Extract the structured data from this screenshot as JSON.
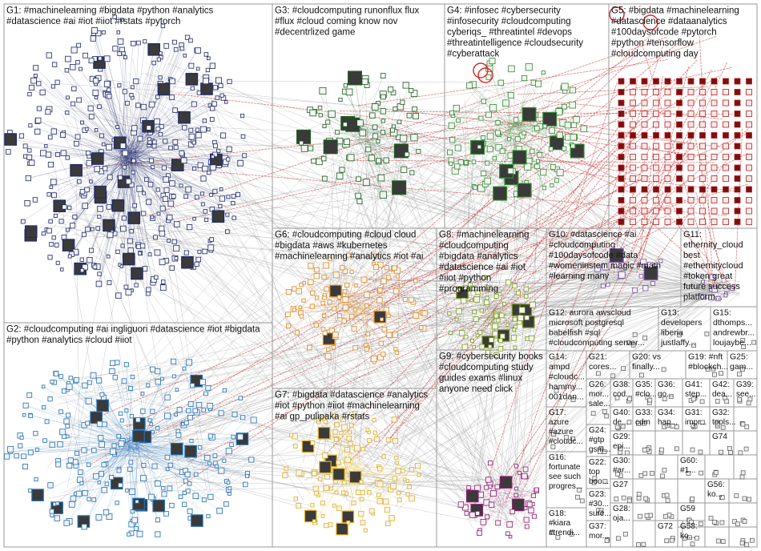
{
  "groups": [
    {
      "id": "G1",
      "lines": [
        "G1: #machinelearning #bigdata #python #analytics",
        "#datascience #ai #iot #iiot #rstats #pytorch"
      ],
      "color": "#1f2a6b"
    },
    {
      "id": "G2",
      "lines": [
        "G2: #cloudcomputing #ai ingliguori #datascience #iot #bigdata",
        "#python #analytics #cloud #iiot"
      ],
      "color": "#1f6fb5"
    },
    {
      "id": "G3",
      "lines": [
        "G3: #cloudcomputing runonflux flux",
        "#flux #cloud coming know nov",
        "#decentrlized game"
      ],
      "color": "#1b5e20"
    },
    {
      "id": "G4",
      "lines": [
        "G4: #infosec #cybersecurity",
        "#infosecurity #cloudcomputing",
        "cyberiqs_ #threatintel #devops",
        "#threatintelligence #cloudsecurity",
        "#cyberattack"
      ],
      "color": "#2e8b2e"
    },
    {
      "id": "G5",
      "lines": [
        "G5: #bigdata #machinelearning",
        "#datascience #dataanalytics",
        "#100daysofcode #pytorch",
        "#python #tensorflow",
        "#cloudcomputing day"
      ],
      "color": "#b71c1c"
    },
    {
      "id": "G6",
      "lines": [
        "G6: #cloudcomputing #cloud cloud",
        "#bigdata #aws #kubernetes",
        "#machinelearning #analytics #iot #ai"
      ],
      "color": "#e08a1e"
    },
    {
      "id": "G7",
      "lines": [
        "G7: #bigdata #datascience #analytics",
        "#iot #python #iiot #machinelearning",
        "#ai gp_pulipaka #rstats"
      ],
      "color": "#e0b020"
    },
    {
      "id": "G8",
      "lines": [
        "G8: #machinelearning",
        "#cloudcomputing",
        "#bigdata #analytics",
        "#datascience #ai #iot",
        "#iiot #python",
        "#programming"
      ],
      "color": "#7a9a1a"
    },
    {
      "id": "G9",
      "lines": [
        "G9: #cybersecurity books",
        "#cloudcomputing study",
        "guides exams #linux",
        "anyone need click"
      ],
      "color": "#8e1a6e"
    },
    {
      "id": "G10",
      "lines": [
        "G10: #datascience #ai",
        "#cloudcomputing",
        "#100daysofcode #data",
        "#womeninstem magic #math",
        "#learning many"
      ],
      "color": "#7b4fa0"
    },
    {
      "id": "G11",
      "lines": [
        "G11:",
        "ethernity_cloud",
        "best",
        "#ethernitycloud",
        "#token great",
        "future success",
        "platform..."
      ],
      "color": "#6a3d9a"
    },
    {
      "id": "G12",
      "lines": [
        "G12: aurora awscloud",
        "microsoft postgresql",
        "babelfish #sql",
        "#cloudcomputing server..."
      ],
      "color": "#555"
    },
    {
      "id": "G13",
      "lines": [
        "G13:",
        "developers",
        "liberia",
        "justlaffy..."
      ],
      "color": "#555"
    },
    {
      "id": "G15",
      "lines": [
        "G15:",
        "dthomps...",
        "andrewbr...",
        "loujaybe..."
      ],
      "color": "#555"
    },
    {
      "id": "G14",
      "lines": [
        "G14:",
        "ampd",
        "#cloudc...",
        "hammy...",
        "001dan..."
      ],
      "color": "#555"
    },
    {
      "id": "G21",
      "lines": [
        "G21:",
        "cores..."
      ],
      "color": "#555"
    },
    {
      "id": "G20",
      "lines": [
        "G20: vs",
        "finally..."
      ],
      "color": "#555"
    },
    {
      "id": "G19",
      "lines": [
        "G19: #nft",
        "#blockch..."
      ],
      "color": "#555"
    },
    {
      "id": "G25",
      "lines": [
        "G25:",
        "gam..."
      ],
      "color": "#555"
    },
    {
      "id": "G26",
      "lines": [
        "G26:",
        "mor...",
        "sale..."
      ],
      "color": "#555"
    },
    {
      "id": "G38",
      "lines": [
        "G38:",
        "cod..."
      ],
      "color": "#555"
    },
    {
      "id": "G35",
      "lines": [
        "G35:",
        "#clo..."
      ],
      "color": "#555"
    },
    {
      "id": "G36",
      "lines": [
        "G36:",
        "go..."
      ],
      "color": "#555"
    },
    {
      "id": "G41",
      "lines": [
        "G41:",
        "step..."
      ],
      "color": "#555"
    },
    {
      "id": "G42",
      "lines": [
        "G42:",
        "dea..."
      ],
      "color": "#555"
    },
    {
      "id": "G39",
      "lines": [
        "G39:",
        "see..."
      ],
      "color": "#555"
    },
    {
      "id": "G17",
      "lines": [
        "G17:",
        "azure",
        "#azure",
        "#cloudc..."
      ],
      "color": "#555"
    },
    {
      "id": "G40",
      "lines": [
        "G40:",
        "de..."
      ],
      "color": "#555"
    },
    {
      "id": "G33",
      "lines": [
        "G33:",
        "cdm"
      ],
      "color": "#555"
    },
    {
      "id": "G34",
      "lines": [
        "G34:",
        "hap..."
      ],
      "color": "#555"
    },
    {
      "id": "G31",
      "lines": [
        "G31:",
        "impr..."
      ],
      "color": "#555"
    },
    {
      "id": "G32",
      "lines": [
        "G32:",
        "tools..."
      ],
      "color": "#555"
    },
    {
      "id": "G24",
      "lines": [
        "G24:",
        "#gtp",
        "gsm..."
      ],
      "color": "#555"
    },
    {
      "id": "G22",
      "lines": [
        "G22:",
        "top",
        "boo..."
      ],
      "color": "#555"
    },
    {
      "id": "G29",
      "lines": [
        "G29:",
        "epi..."
      ],
      "color": "#555"
    },
    {
      "id": "G16",
      "lines": [
        "G16:",
        "fortunate",
        "see such",
        "progres..."
      ],
      "color": "#555"
    },
    {
      "id": "G30",
      "lines": [
        "G30:",
        "#ar..."
      ],
      "color": "#555"
    },
    {
      "id": "G23",
      "lines": [
        "G23:",
        "#30...",
        "sure..."
      ],
      "color": "#555"
    },
    {
      "id": "G27",
      "lines": [
        "G27"
      ],
      "color": "#555"
    },
    {
      "id": "G18",
      "lines": [
        "G18:",
        "#kiara",
        "#trendi..."
      ],
      "color": "#555"
    },
    {
      "id": "G37",
      "lines": [
        "G37:",
        "mor..."
      ],
      "color": "#555"
    },
    {
      "id": "G28",
      "lines": [
        "G28:",
        "oja..."
      ],
      "color": "#555"
    },
    {
      "id": "G72",
      "lines": [
        "G72"
      ],
      "color": "#555"
    },
    {
      "id": "G74",
      "lines": [
        "G74"
      ],
      "color": "#555"
    },
    {
      "id": "G56",
      "lines": [
        "G56:",
        "ko..."
      ],
      "color": "#555"
    },
    {
      "id": "G59",
      "lines": [
        "G59"
      ],
      "color": "#555"
    },
    {
      "id": "G58",
      "lines": [
        "G58:",
        "ko..."
      ],
      "color": "#555"
    },
    {
      "id": "G60",
      "lines": [
        "G60:",
        "#1..."
      ],
      "color": "#555"
    }
  ]
}
